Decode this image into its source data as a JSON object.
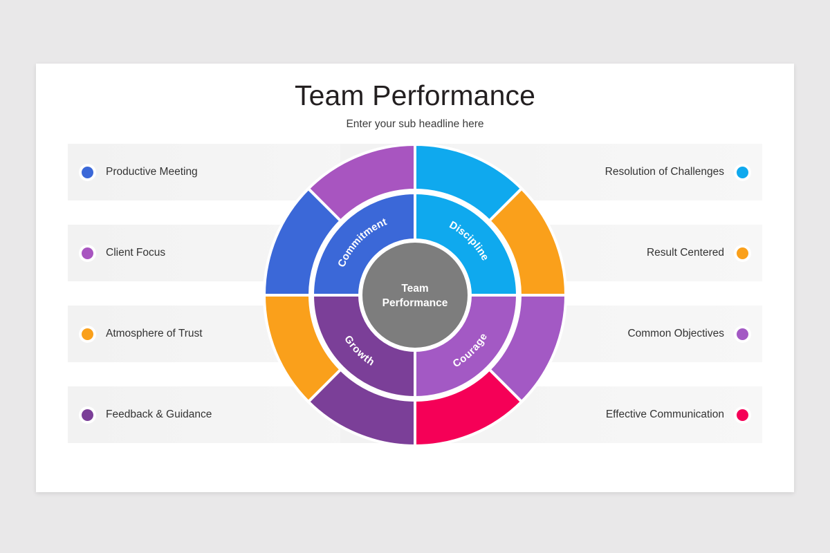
{
  "slide": {
    "title": "Team Performance",
    "subtitle": "Enter your sub headline here",
    "background_color": "#e9e8e9",
    "card_color": "#ffffff"
  },
  "hub": {
    "line1": "Team",
    "line2": "Performance",
    "color": "#7d7d7d",
    "text_color": "#ffffff"
  },
  "legend": {
    "left": [
      {
        "label": "Productive Meeting",
        "color": "#3b68d8"
      },
      {
        "label": "Client Focus",
        "color": "#a855c0"
      },
      {
        "label": "Atmosphere of Trust",
        "color": "#faa01b"
      },
      {
        "label": "Feedback & Guidance",
        "color": "#7b3f98"
      }
    ],
    "right": [
      {
        "label": "Resolution of Challenges",
        "color": "#0fa9ee"
      },
      {
        "label": "Result Centered",
        "color": "#faa01b"
      },
      {
        "label": "Common Objectives",
        "color": "#a359c4"
      },
      {
        "label": "Effective Communication",
        "color": "#f50057"
      }
    ]
  },
  "chart_data": {
    "type": "pie",
    "title": "Team Performance",
    "subtitle": "Enter your sub headline here",
    "center_label": "Team Performance",
    "legend_position": "left and right of wheel",
    "inner_ring": [
      {
        "label": "Commitment",
        "color": "#3b68d8",
        "start_angle": 270,
        "end_angle": 360,
        "value": 25
      },
      {
        "label": "Discipline",
        "color": "#0fa9ee",
        "start_angle": 0,
        "end_angle": 90,
        "value": 25
      },
      {
        "label": "Courage",
        "color": "#a359c4",
        "start_angle": 90,
        "end_angle": 180,
        "value": 25
      },
      {
        "label": "Growth",
        "color": "#7b3f98",
        "start_angle": 180,
        "end_angle": 270,
        "value": 25
      }
    ],
    "outer_ring": [
      {
        "label": "Productive Meeting",
        "color": "#3b68d8",
        "start_angle": 270,
        "end_angle": 315,
        "value": 12.5
      },
      {
        "label": "Resolution of Challenges",
        "color": "#0fa9ee",
        "start_angle": 0,
        "end_angle": 45,
        "value": 12.5
      },
      {
        "label": "Result Centered",
        "color": "#faa01b",
        "start_angle": 45,
        "end_angle": 90,
        "value": 12.5
      },
      {
        "label": "Common Objectives",
        "color": "#a359c4",
        "start_angle": 90,
        "end_angle": 135,
        "value": 12.5
      },
      {
        "label": "Effective Communication",
        "color": "#f50057",
        "start_angle": 135,
        "end_angle": 180,
        "value": 12.5
      },
      {
        "label": "Feedback & Guidance",
        "color": "#7b3f98",
        "start_angle": 180,
        "end_angle": 225,
        "value": 12.5
      },
      {
        "label": "Atmosphere of Trust",
        "color": "#faa01b",
        "start_angle": 225,
        "end_angle": 270,
        "value": 12.5
      },
      {
        "label": "Client Focus",
        "color": "#a855c0",
        "start_angle": 315,
        "end_angle": 360,
        "value": 12.5
      }
    ]
  }
}
